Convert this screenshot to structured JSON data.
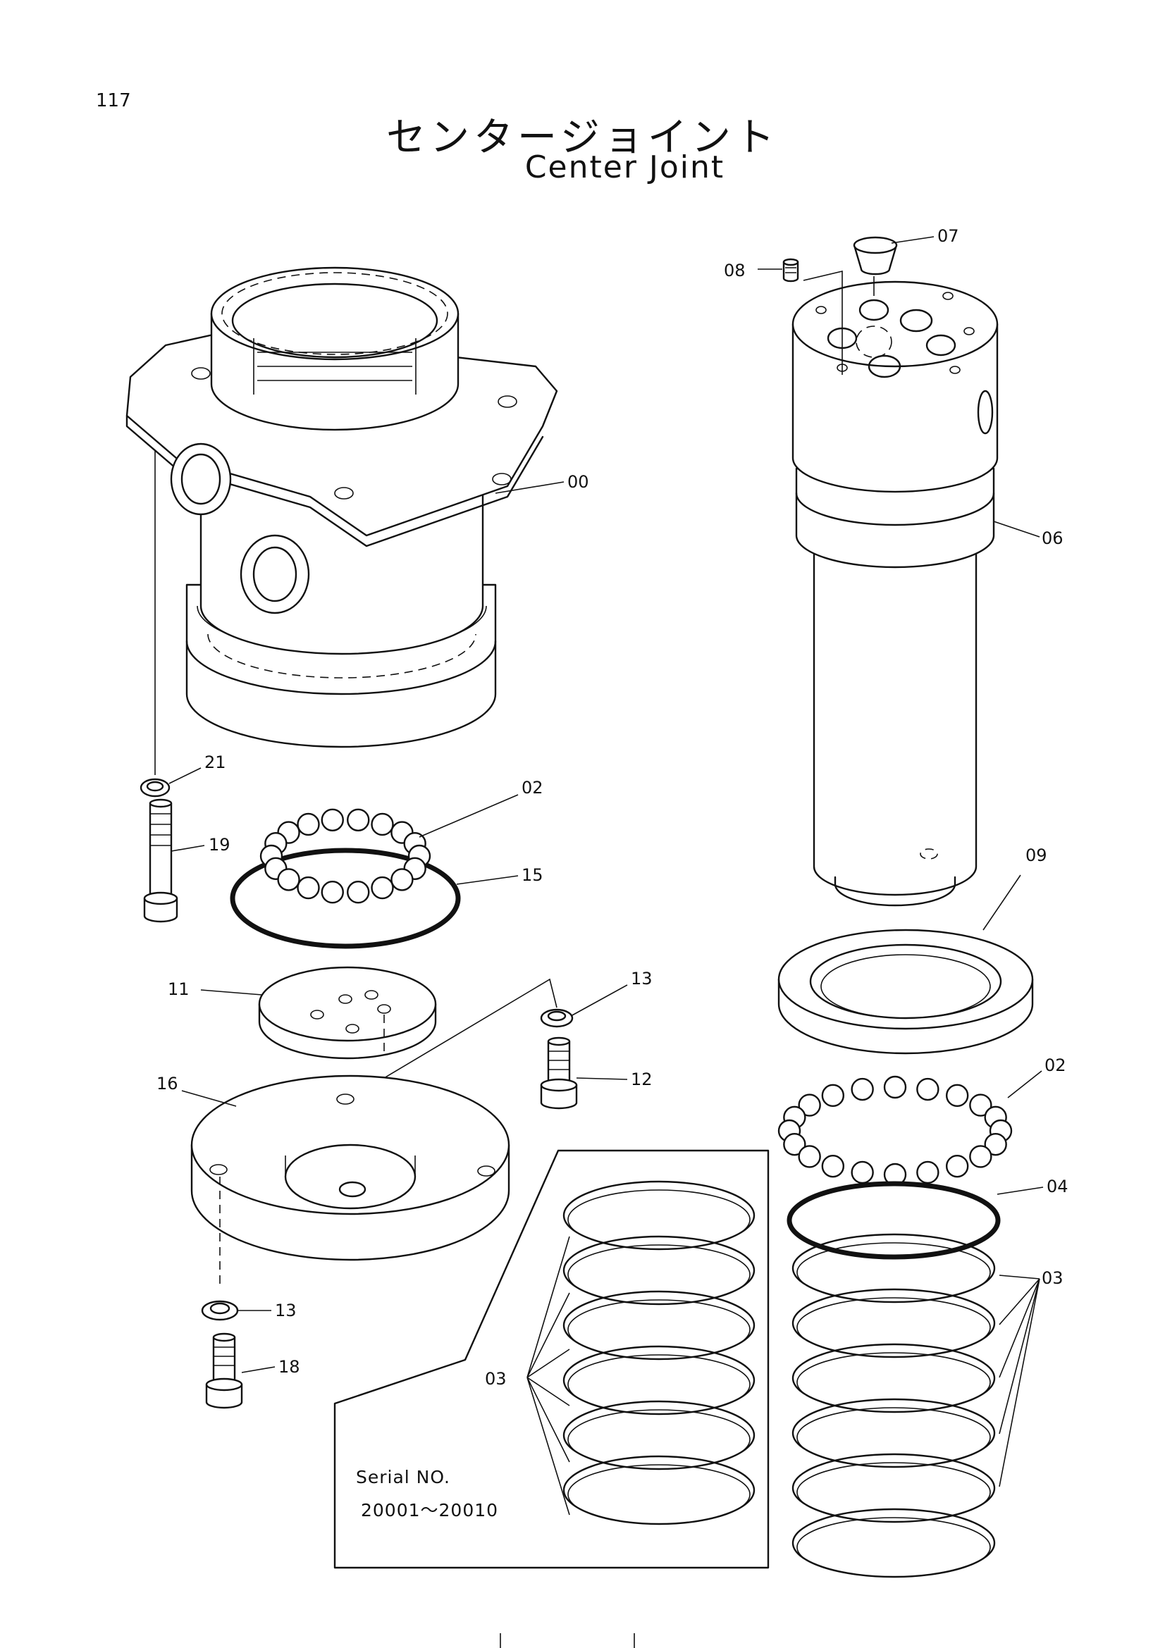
{
  "page": {
    "number": "117"
  },
  "title": {
    "japanese": "センタージョイント",
    "english": "Center Joint"
  },
  "callouts": {
    "p00": "00",
    "p06": "06",
    "p07": "07",
    "p08": "08",
    "p21": "21",
    "p02a": "02",
    "p19": "19",
    "p15": "15",
    "p11": "11",
    "p13a": "13",
    "p16": "16",
    "p12": "12",
    "p13b": "13",
    "p18": "18",
    "p09": "09",
    "p02b": "02",
    "p04": "04",
    "p03a": "03",
    "p03b": "03"
  },
  "serial_box": {
    "label": "Serial NO.",
    "range": "20001～20010"
  }
}
